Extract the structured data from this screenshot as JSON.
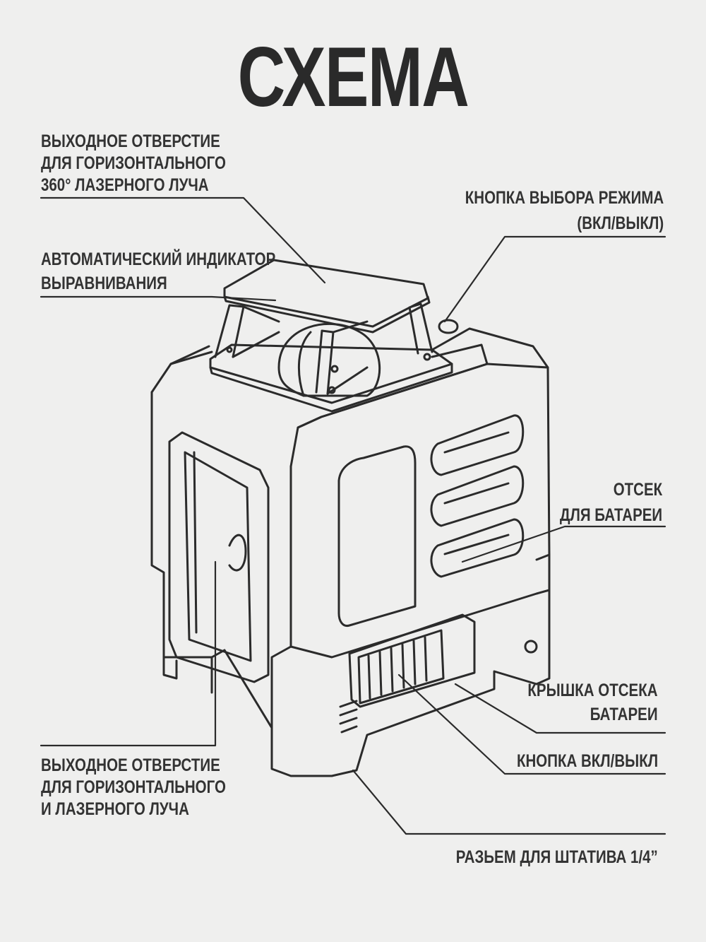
{
  "title": "СХЕМА",
  "labels": {
    "horizontal_360_outlet": [
      "ВЫХОДНОЕ ОТВЕРСТИЕ",
      "ДЛЯ ГОРИЗОНТАЛЬНОГО",
      "360° ЛАЗЕРНОГО ЛУЧА"
    ],
    "auto_level_indicator": [
      "АВТОМАТИЧЕСКИЙ ИНДИКАТОР",
      "ВЫРАВНИВАНИЯ"
    ],
    "mode_button": [
      "КНОПКА ВЫБОРА РЕЖИМА",
      "(ВКЛ/ВЫКЛ)"
    ],
    "battery_compartment": [
      "ОТСЕК",
      "ДЛЯ БАТАРЕИ"
    ],
    "battery_cover": [
      "КРЫШКА ОТСЕКА",
      "БАТАРЕИ"
    ],
    "power_button": [
      "КНОПКА ВКЛ/ВЫКЛ"
    ],
    "horizontal_outlet": [
      "ВЫХОДНОЕ ОТВЕРСТИЕ",
      "ДЛЯ ГОРИЗОНТАЛЬНОГО",
      "И ЛАЗЕРНОГО ЛУЧА"
    ],
    "tripod_mount": [
      "РАЗЬЕМ ДЛЯ ШТАТИВА 1/4”"
    ]
  },
  "colors": {
    "background": "#efefee",
    "ink": "#2b2b2b"
  }
}
